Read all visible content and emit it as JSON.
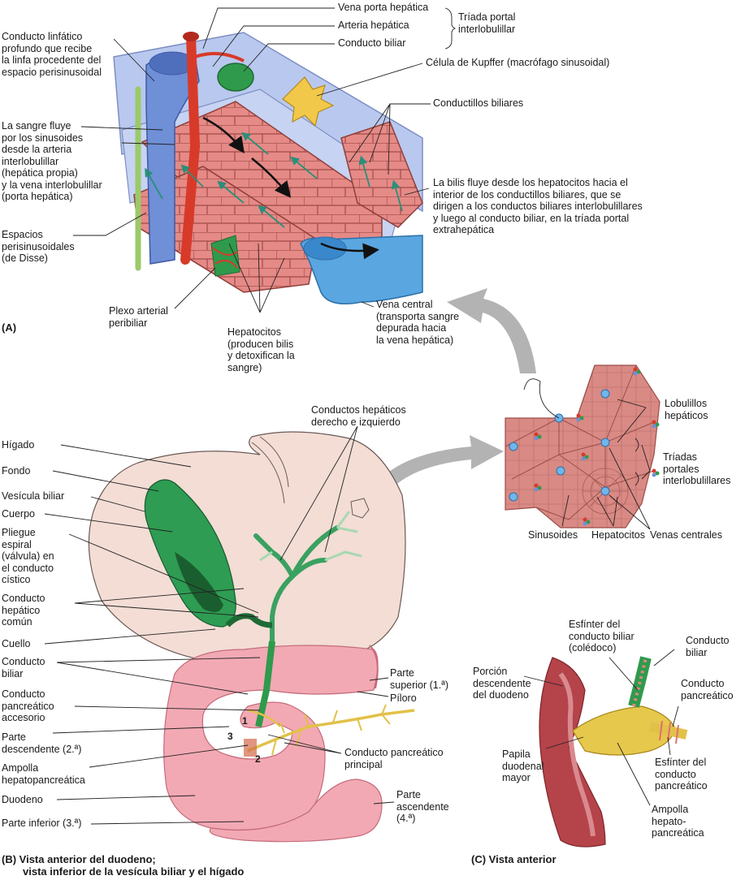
{
  "panel_a": {
    "id": "(A)",
    "labels": {
      "vena_porta": "Vena porta hepática",
      "arteria_hepatica": "Arteria hepática",
      "conducto_biliar": "Conducto biliar",
      "triada": [
        "Tríada portal",
        "interlobulillar"
      ],
      "linfatico": [
        "Conducto linfático",
        "profundo que recibe",
        "la linfa procedente del",
        "espacio perisinusoidal"
      ],
      "kupffer": "Célula de Kupffer (macrófago sinusoidal)",
      "conductillos": "Conductillos biliares",
      "sangre": [
        "La sangre fluye",
        "por los sinusoides",
        "desde la arteria",
        "interlobulillar",
        "(hepática propia)",
        "y la vena interlobulillar",
        "(porta hepática)"
      ],
      "bilis": [
        "La bilis fluye desde los hepatocitos hacia el",
        "interior de los conductillos biliares, que se",
        "dirigen a los conductos biliares interlobulillares",
        "y luego al conducto biliar, en la tríada portal",
        "extrahepática"
      ],
      "disse": [
        "Espacios",
        "perisinusoidales",
        "(de Disse)"
      ],
      "plexo": [
        "Plexo arterial",
        "peribiliar"
      ],
      "hepatocitos": [
        "Hepatocitos",
        "(producen bilis",
        "y detoxifican la",
        "sangre)"
      ],
      "vena_central": [
        "Vena central",
        "(transporta sangre",
        "depurada hacia",
        "la vena hepática)"
      ]
    }
  },
  "panel_lobules": {
    "lobulillos": [
      "Lobulillos",
      "hepáticos"
    ],
    "triadas": [
      "Tríadas",
      "portales",
      "interlobulillares"
    ],
    "venas": "Venas centrales",
    "sinusoides": "Sinusoides",
    "hepatocitos": "Hepatocitos"
  },
  "panel_b": {
    "caption": [
      "(B) Vista anterior del duodeno;",
      "vista inferior de la vesícula biliar y el hígado"
    ],
    "labels": {
      "hepaticos": [
        "Conductos hepáticos",
        "derecho e izquierdo"
      ],
      "higado": "Hígado",
      "fondo": "Fondo",
      "vesicula": "Vesícula biliar",
      "cuerpo": "Cuerpo",
      "pliegue": [
        "Pliegue",
        "espiral",
        "(válvula) en",
        "el conducto",
        "cístico"
      ],
      "hepatico_comun": [
        "Conducto",
        "hepático",
        "común"
      ],
      "cuello": "Cuello",
      "conducto_biliar": [
        "Conducto",
        "biliar"
      ],
      "accesorio": [
        "Conducto",
        "pancreático",
        "accesorio"
      ],
      "descendente": [
        "Parte",
        "descendente (2.ª)"
      ],
      "ampolla": [
        "Ampolla",
        "hepatopancreática"
      ],
      "duodeno": "Duodeno",
      "inferior": "Parte inferior (3.ª)",
      "superior": [
        "Parte",
        "superior (1.ª)"
      ],
      "piloro": "Píloro",
      "principal": [
        "Conducto pancreático",
        "principal"
      ],
      "ascendente": [
        "Parte",
        "ascendente",
        "(4.ª)"
      ],
      "n1": "1",
      "n2": "2",
      "n3": "3"
    }
  },
  "panel_c": {
    "caption": "(C) Vista anterior",
    "labels": {
      "esfinter_biliar": [
        "Esfínter del",
        "conducto biliar",
        "(colédoco)"
      ],
      "conducto_biliar": [
        "Conducto",
        "biliar"
      ],
      "porcion": [
        "Porción",
        "descendente",
        "del duodeno"
      ],
      "conducto_pancreatico": [
        "Conducto",
        "pancreático"
      ],
      "papila": [
        "Papila",
        "duodenal",
        "mayor"
      ],
      "esfinter_pancreatico": [
        "Esfínter del",
        "conducto",
        "pancreático"
      ],
      "ampolla": [
        "Ampolla",
        "hepato-",
        "pancreática"
      ]
    }
  },
  "colors": {
    "vein_blue": "#6f8fd6",
    "artery_red": "#d83a2a",
    "bile_green": "#2f9a4c",
    "hepatocyte": "#e58a86",
    "sinusoid": "#b9c8ee",
    "central_vein": "#5aa6e0",
    "liver": "#f3ddd5",
    "gallbladder": "#2e9c52",
    "duodenum": "#f2a9b4",
    "pancreatic_duct": "#e2c14a",
    "lobule": "#d98a84",
    "arrow_gray": "#b3b3b3"
  }
}
